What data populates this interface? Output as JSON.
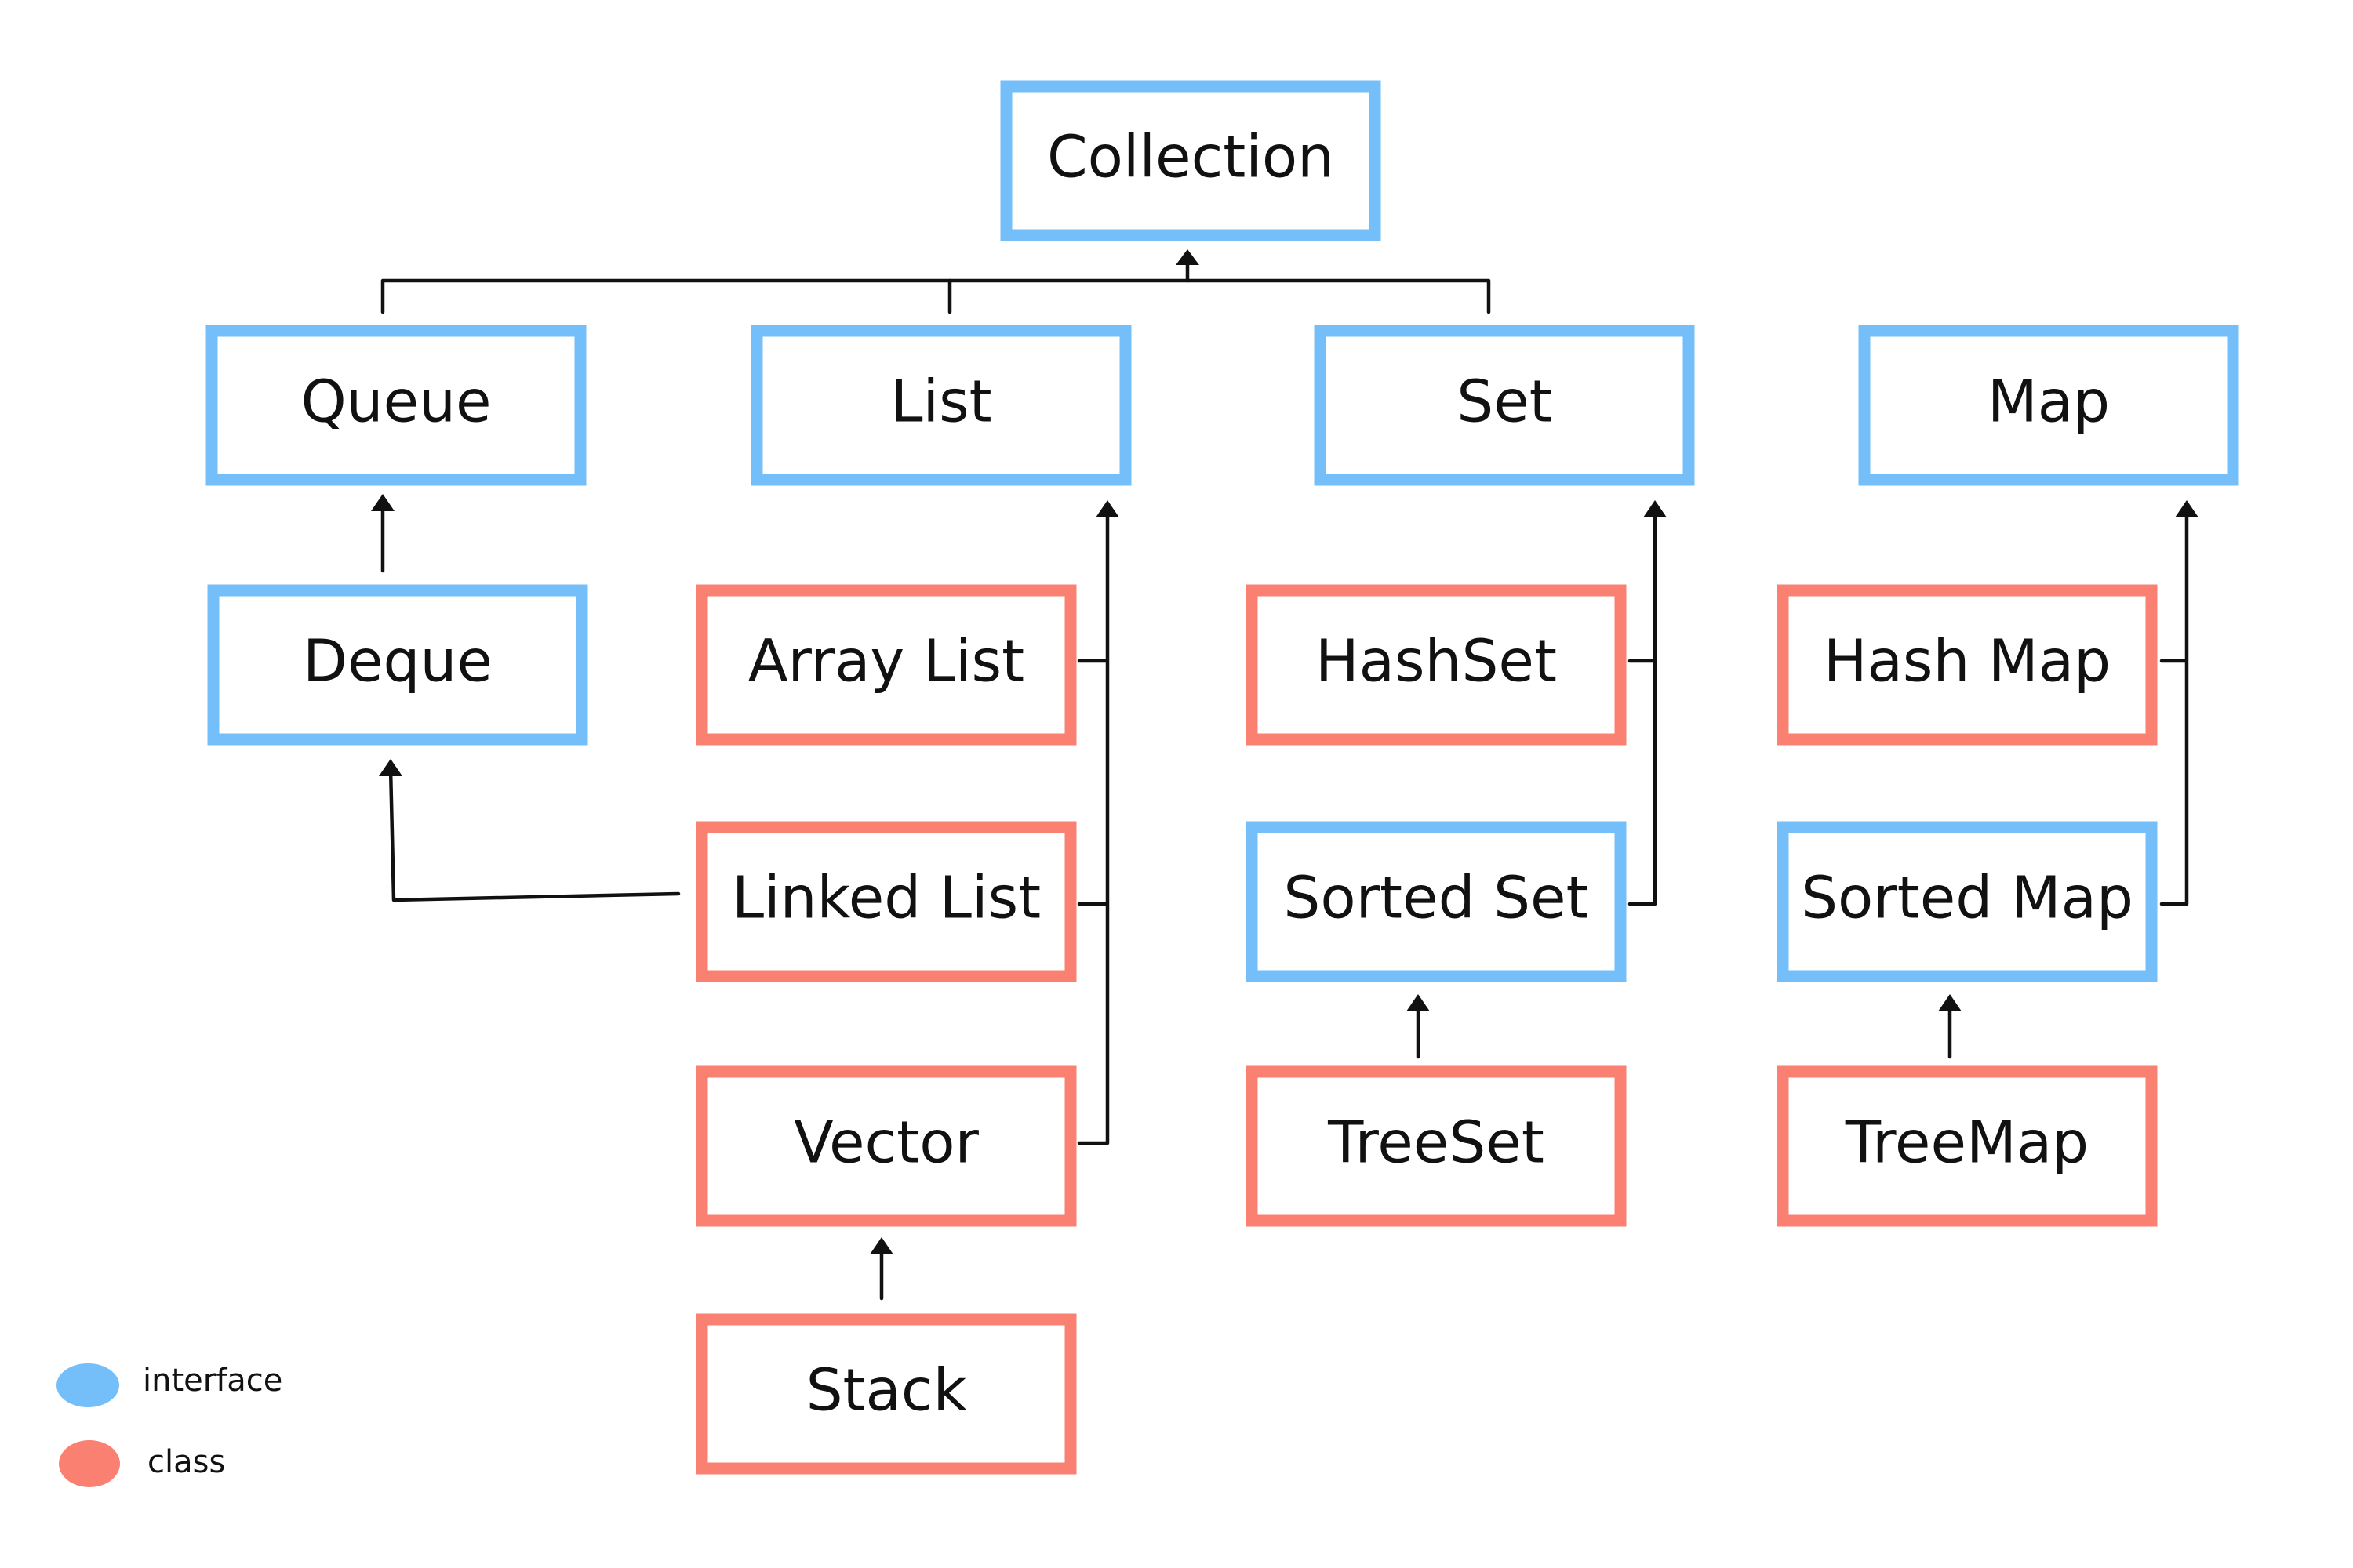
{
  "colors": {
    "interface": "#74BFFA",
    "class": "#FA8072",
    "line": "#111111"
  },
  "nodes": {
    "collection": {
      "label": "Collection",
      "kind": "interface"
    },
    "queue": {
      "label": "Queue",
      "kind": "interface"
    },
    "list": {
      "label": "List",
      "kind": "interface"
    },
    "set": {
      "label": "Set",
      "kind": "interface"
    },
    "map": {
      "label": "Map",
      "kind": "interface"
    },
    "deque": {
      "label": "Deque",
      "kind": "interface"
    },
    "arraylist": {
      "label": "Array List",
      "kind": "class"
    },
    "linkedlist": {
      "label": "Linked List",
      "kind": "class"
    },
    "vector": {
      "label": "Vector",
      "kind": "class"
    },
    "stack": {
      "label": "Stack",
      "kind": "class"
    },
    "hashset": {
      "label": "HashSet",
      "kind": "class"
    },
    "sortedset": {
      "label": "Sorted Set",
      "kind": "interface"
    },
    "treeset": {
      "label": "TreeSet",
      "kind": "class"
    },
    "hashmap": {
      "label": "Hash Map",
      "kind": "class"
    },
    "sortedmap": {
      "label": "Sorted Map",
      "kind": "interface"
    },
    "treemap": {
      "label": "TreeMap",
      "kind": "class"
    }
  },
  "legend": {
    "interface_label": "interface",
    "class_label": "class"
  }
}
